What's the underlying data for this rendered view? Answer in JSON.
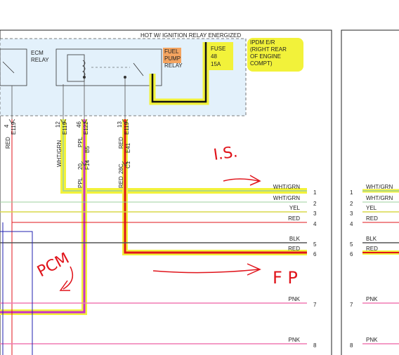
{
  "header": {
    "title": "HOT W/ IGNITION RELAY ENERGIZED"
  },
  "components": {
    "ecm_relay": {
      "line1": "ECM",
      "line2": "RELAY"
    },
    "fuel_pump_relay": {
      "line1": "FUEL",
      "line2": "PUMP",
      "line3": "RELAY"
    },
    "fuse": {
      "line1": "FUSE",
      "line2": "48",
      "line3": "15A"
    },
    "pdm": {
      "line1": "IPDM E/R",
      "line2": "(RIGHT REAR",
      "line3": "OF ENGINE",
      "line4": "COMPT)"
    }
  },
  "connectors": [
    {
      "pin": "4",
      "conn": "E119"
    },
    {
      "pin": "12",
      "conn": "E119"
    },
    {
      "pin": "46",
      "conn": "E122"
    },
    {
      "pin": "13",
      "conn": "E119"
    },
    {
      "pin": "5",
      "conn": "B5"
    },
    {
      "pin": "20",
      "conn": "F14"
    },
    {
      "pin": "28C",
      "conn": "C1"
    },
    {
      "pin": "20",
      "conn": "E41"
    }
  ],
  "wire_labels_vertical": [
    "RED",
    "WHT/GRN",
    "PPL",
    "RED",
    "PPL",
    "RED"
  ],
  "right_wires": [
    {
      "num": "1",
      "color": "WHT/GRN"
    },
    {
      "num": "2",
      "color": "WHT/GRN"
    },
    {
      "num": "3",
      "color": "YEL"
    },
    {
      "num": "4",
      "color": "RED"
    },
    {
      "num": "5",
      "color": "BLK"
    },
    {
      "num": "6",
      "color": "RED"
    },
    {
      "num": "7",
      "color": "PNK"
    },
    {
      "num": "8",
      "color": "PNK"
    }
  ],
  "next_page_wires": [
    {
      "num": "1",
      "color": "WHT/GRN"
    },
    {
      "num": "2",
      "color": "WHT/GRN"
    },
    {
      "num": "3",
      "color": "YEL"
    },
    {
      "num": "4",
      "color": "RED"
    },
    {
      "num": "5",
      "color": "BLK"
    },
    {
      "num": "6",
      "color": "RED"
    },
    {
      "num": "7",
      "color": "PNK"
    },
    {
      "num": "8",
      "color": "PNK"
    }
  ],
  "annotations": {
    "is": "I.S.",
    "pcm": "PCM",
    "fp": "F P"
  },
  "colors": {
    "highlight": "#f2f23a",
    "red_wire": "#e0141b",
    "purple_wire": "#c832c8",
    "pink_wire": "#f07ab4",
    "wht_grn_wire": "#9ccf9c",
    "yel_wire": "#d8d84a",
    "blk_wire": "#555555",
    "blue_wire": "#2020b0",
    "relay_box": "#e3f1fb",
    "orange_highlight": "#f4a460"
  }
}
